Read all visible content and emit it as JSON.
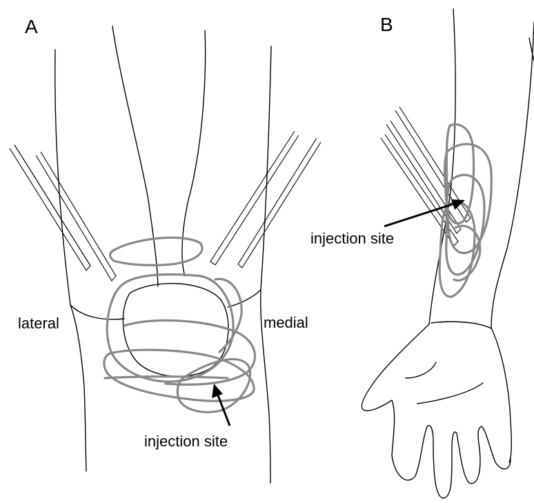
{
  "panel_a": {
    "label": "A",
    "lateral_label": "lateral",
    "medial_label": "medial",
    "injection_label": "injection site"
  },
  "panel_b": {
    "label": "B",
    "injection_label": "injection site"
  },
  "colors": {
    "outline": "#000000",
    "spread": "#888888",
    "background": "#ffffff"
  }
}
